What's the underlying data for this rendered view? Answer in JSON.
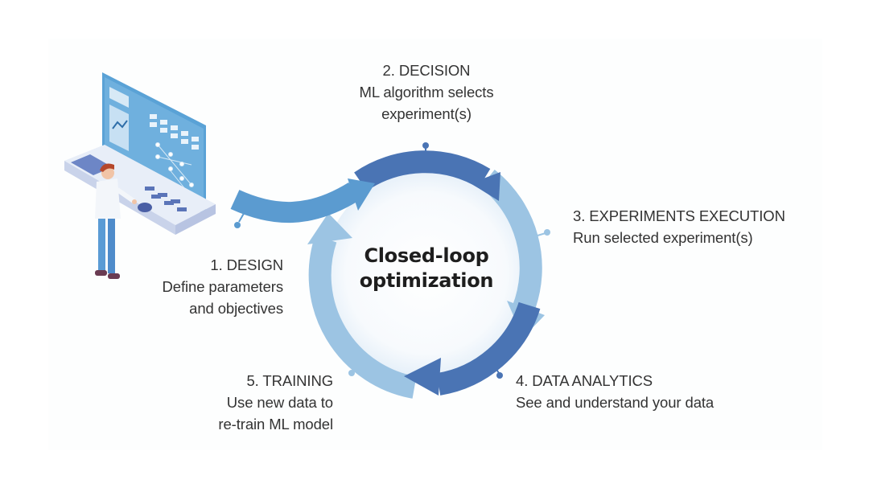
{
  "diagram": {
    "title_lines": [
      "Closed-loop",
      "optimization"
    ],
    "steps": [
      {
        "heading": "1. DESIGN",
        "lines": [
          "Define parameters",
          "and objectives"
        ]
      },
      {
        "heading": "2. DECISION",
        "lines": [
          "ML algorithm selects",
          "experiment(s)"
        ]
      },
      {
        "heading": "3. EXPERIMENTS EXECUTION",
        "lines": [
          "Run selected experiment(s)"
        ]
      },
      {
        "heading": "4. DATA ANALYTICS",
        "lines": [
          "See and understand your data"
        ]
      },
      {
        "heading": "5. TRAINING",
        "lines": [
          "Use new data to",
          "re-train ML model"
        ]
      }
    ],
    "icons": {
      "illustration": "scientist-at-control-panel-illustration"
    },
    "colors": {
      "dark_blue": "#4a74b4",
      "mid_blue": "#5b9bd0",
      "light_blue": "#9cc4e3",
      "inner_fill": "#eaf3fb",
      "text": "#333333"
    }
  }
}
